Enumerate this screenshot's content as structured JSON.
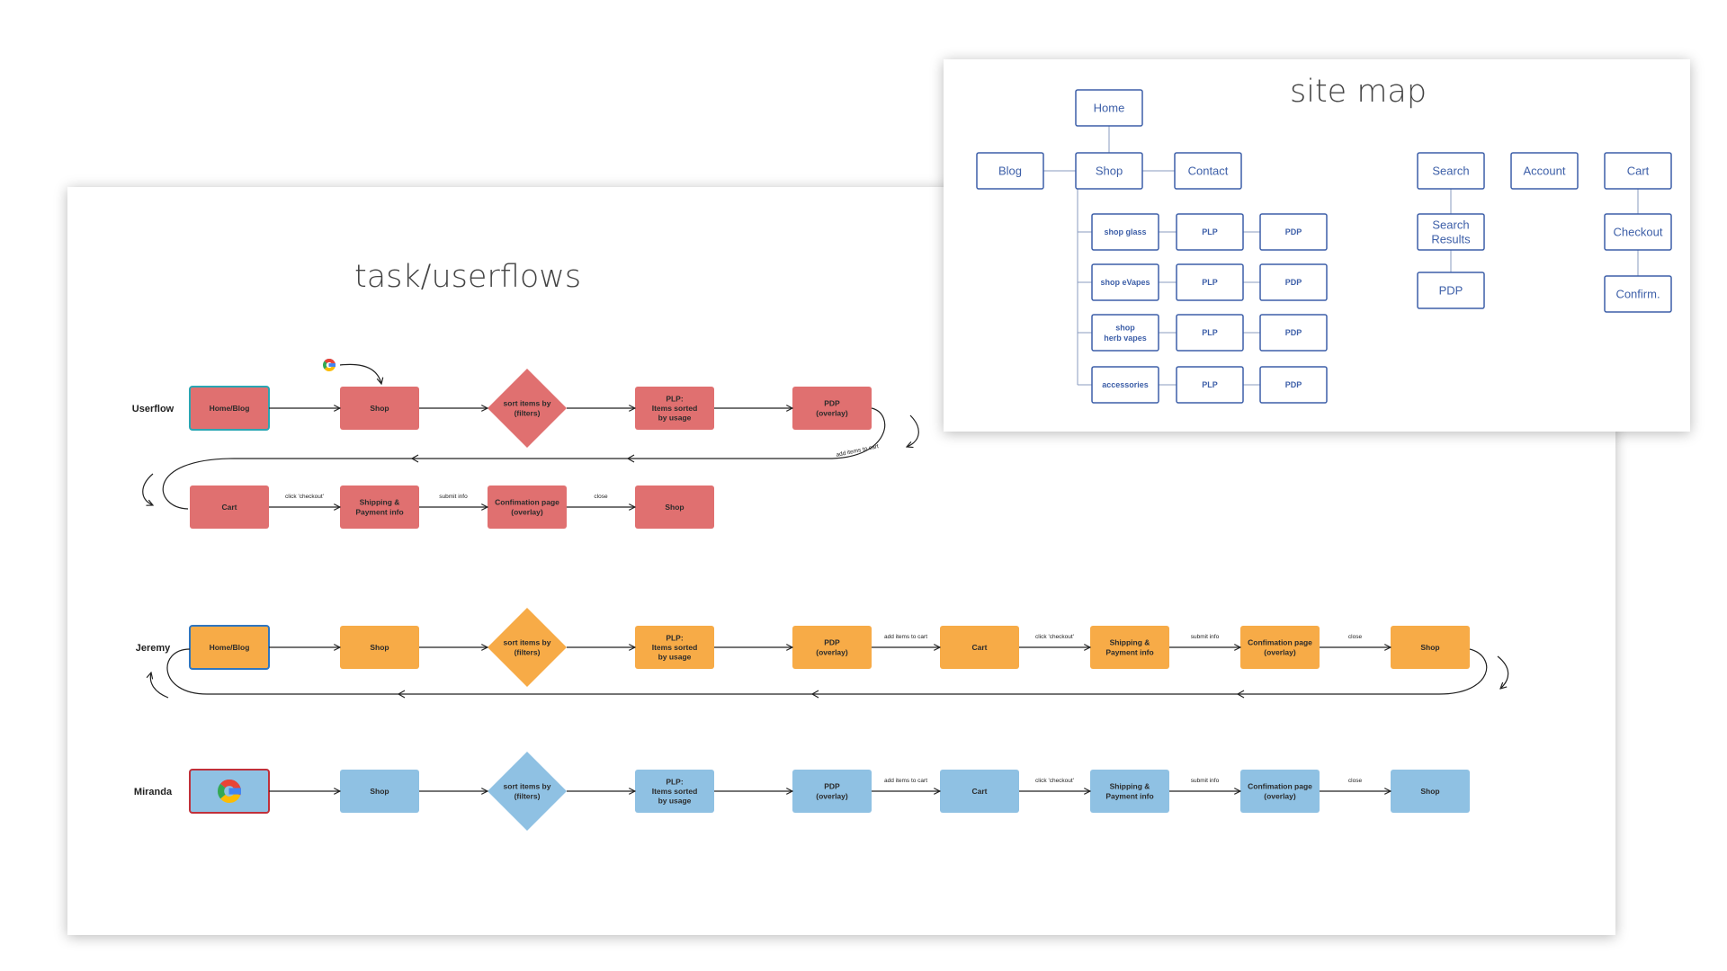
{
  "colors": {
    "red": "#e07070",
    "orange": "#f7ab47",
    "blue": "#8fc1e3",
    "sitemap_stroke": "#3d5fa8",
    "sitemap_text": "#3d5fa8",
    "line": "#222222",
    "highlight_teal": "#2aa6b3",
    "highlight_blue": "#2f76c0",
    "highlight_red": "#c0303a"
  },
  "userflows": {
    "title": "task/userflows",
    "rows": [
      {
        "label": "Userflow",
        "color": "red",
        "upper": [
          "Home/Blog",
          "Shop",
          "sort items by\n(filters)",
          "PLP:\nItems sorted\nby usage",
          "PDP\n(overlay)"
        ],
        "wrap_label": "add items to cart",
        "lower": [
          "Cart",
          "Shipping &\nPayment info",
          "Confimation page\n(overlay)",
          "Shop"
        ],
        "lower_edge_labels": [
          "click 'checkout'",
          "submit info",
          "close"
        ]
      },
      {
        "label": "Jeremy",
        "color": "orange",
        "nodes": [
          "Home/Blog",
          "Shop",
          "sort items by\n(filters)",
          "PLP:\nItems sorted\nby usage",
          "PDP\n(overlay)",
          "Cart",
          "Shipping &\nPayment info",
          "Confimation page\n(overlay)",
          "Shop"
        ],
        "edge_labels": [
          "",
          "",
          "",
          "",
          "add items to cart",
          "click 'checkout'",
          "submit info",
          "close"
        ]
      },
      {
        "label": "Miranda",
        "color": "blue",
        "nodes": [
          "google-icon",
          "Shop",
          "sort items by\n(filters)",
          "PLP:\nItems sorted\nby usage",
          "PDP\n(overlay)",
          "Cart",
          "Shipping &\nPayment info",
          "Confimation page\n(overlay)",
          "Shop"
        ],
        "edge_labels": [
          "",
          "",
          "",
          "",
          "add items to cart",
          "click 'checkout'",
          "submit info",
          "close"
        ]
      }
    ]
  },
  "sitemap": {
    "title": "site map",
    "home": "Home",
    "blog": "Blog",
    "shop": "Shop",
    "contact": "Contact",
    "categories": [
      {
        "name": "shop glass",
        "plp": "PLP",
        "pdp": "PDP"
      },
      {
        "name": "shop eVapes",
        "plp": "PLP",
        "pdp": "PDP"
      },
      {
        "name": "shop\nherb vapes",
        "plp": "PLP",
        "pdp": "PDP"
      },
      {
        "name": "accessories",
        "plp": "PLP",
        "pdp": "PDP"
      }
    ],
    "search": [
      "Search",
      "Search\nResults",
      "PDP"
    ],
    "account": "Account",
    "cart": [
      "Cart",
      "Checkout",
      "Confirm."
    ]
  }
}
